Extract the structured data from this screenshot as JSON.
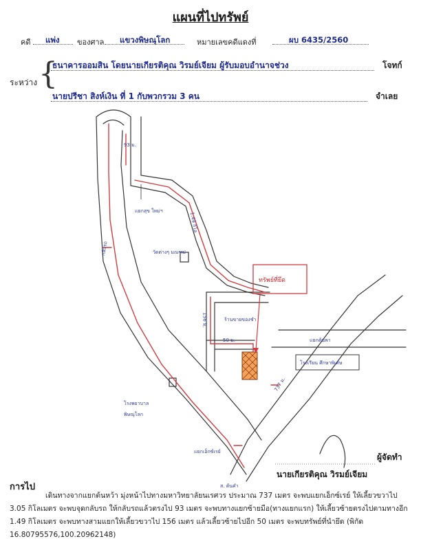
{
  "document": {
    "title": "แผนที่ไปทรัพย์",
    "case_label": "คดี",
    "case_type": "แพ่ง",
    "court_label": "ของศาล",
    "court_name": "แขวงพิษณุโลก",
    "black_no_label": "หมายเลขคดีแดงที่",
    "black_no": "ผบ 6435/2560",
    "between_label": "ระหว่าง",
    "plaintiff": "ธนาคารออมสิน โดยนายเกียรติคุณ  วิรมย์เจียม ผู้รับมอบอำนาจช่วง",
    "plaintiff_role": "โจทก์",
    "defendant": "นายปรีชา  สิงห์เงิน  ที่ 1 กับพวกรวม 3 คน",
    "defendant_role": "จำเลย"
  },
  "map": {
    "labels": {
      "distance_top": "93 ม.",
      "uturn_note": "กลับรถ",
      "junction_note": "แยกสุข ใหม่ฯ",
      "km_149": "1.49 กิโล",
      "temple": "วัดต่างๆ มณฑป",
      "shop_note": "ร้านขายของชำ",
      "property_box": "ทรัพย์ที่ยึด",
      "dist_156": "156 ม.",
      "dist_50": "50 ม.",
      "three_way": "แยกต้นพา",
      "school_box": "โรงเรียน ศึกษาพิเศษ",
      "dist_737": "737 ม.",
      "hospital": "โรงพยาบาล",
      "hospital_sub": "พิษณุโลก",
      "esso": "แยกเอ็กซ์เรย์",
      "start_point": "ส. ต้นคำ"
    }
  },
  "signature": {
    "role": "ผู้จัดทำ",
    "name": "นายเกียรติคุณ  วิรมย์เจียม"
  },
  "directions": {
    "heading": "การไป",
    "text": "เดินทางจากแยกต้นหว้า มุ่งหน้าไปทางมหาวิทยาลัยนเรศวร ประมาณ 737 เมตร จะพบแยกเอ็กซ์เรย์ ให้เลี้ยวขวาไป 3.05 กิโลเมตร จะพบจุดกลับรถ ให้กลับรถแล้วตรงไป 93 เมตร จะพบทางแยกซ้ายมือ(ทางแยกแรก) ให้เลี้ยวซ้ายตรงไปตามทางอีก 1.49 กิโลเมตร จะพบทางสามแยกให้เลี้ยวขวาไป 156 เมตร แล้วเลี้ยวซ้ายไปอีก 50 เมตร  จะพบทรัพย์ที่นำยึด (พิกัด 16.80795576,100.20962148)"
  }
}
